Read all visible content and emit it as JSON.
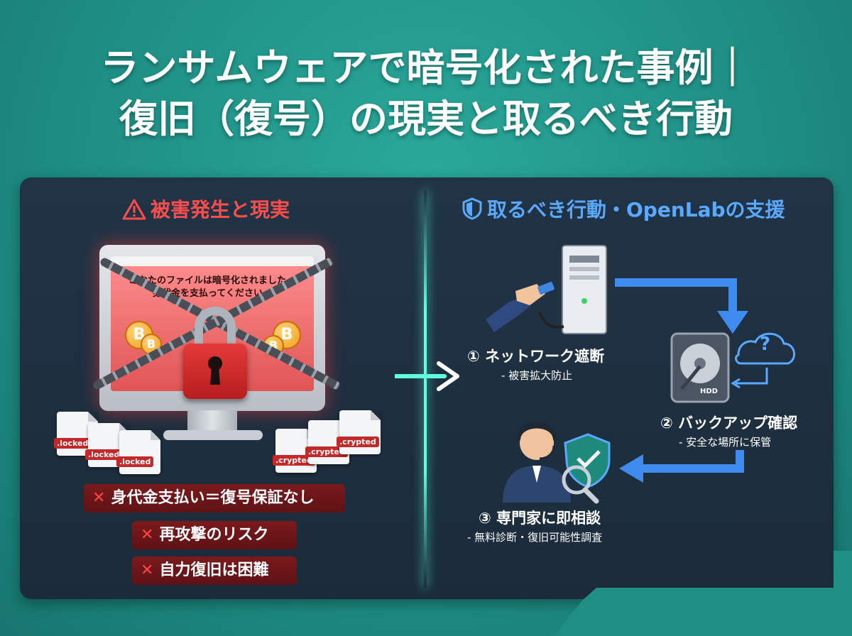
{
  "title": {
    "line1": "ランサムウェアで暗号化された事例｜",
    "line2": "復旧（復号）の現実と取るべき行動"
  },
  "left": {
    "heading": "被害発生と現実",
    "screen_message": {
      "line1": "あなたのファイルは暗号化されました。",
      "line2": "身代金を支払ってください。"
    },
    "coin_symbol": "B",
    "files": [
      ".locked",
      ".locked",
      ".locked",
      ".crypted",
      ".crypted",
      ".crypted"
    ],
    "warnings": [
      "身代金支払い＝復号保証なし",
      "再攻撃のリスク",
      "自力復旧は困難"
    ],
    "warning_mark": "✕"
  },
  "right": {
    "heading": "取るべき行動・OpenLabの支援",
    "steps": [
      {
        "title": "① ネットワーク遮断",
        "sub": "- 被害拡大防止"
      },
      {
        "title": "② バックアップ確認",
        "sub": "- 安全な場所に保管"
      },
      {
        "title": "③ 専門家に即相談",
        "sub": "- 無料診断・復旧可能性調査"
      }
    ],
    "hdd_label": "HDD",
    "cloud_mark": "?"
  },
  "colors": {
    "background": "#1f8f85",
    "panel": "#1b2b3a",
    "alert_red": "#ff4d4d",
    "action_blue": "#5aa9ff",
    "divider_glow": "#5fffe0"
  }
}
